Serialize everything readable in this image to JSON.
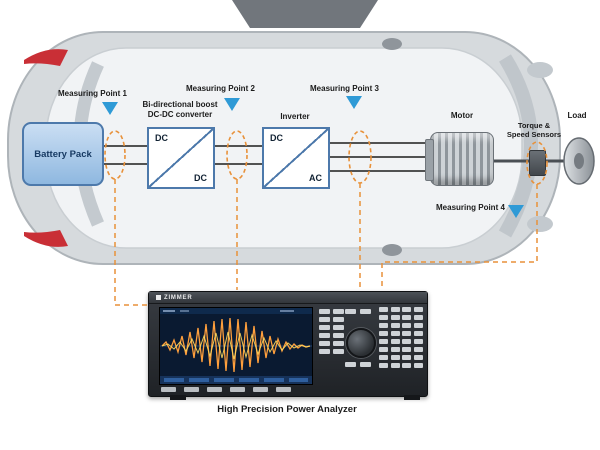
{
  "diagram": {
    "measuring_points": {
      "p1": "Measuring Point 1",
      "p2": "Measuring Point 2",
      "p3": "Measuring Point 3",
      "p4": "Measuring Point 4"
    },
    "components": {
      "battery": "Battery Pack",
      "dcdc_line1": "Bi-directional boost",
      "dcdc_line2": "DC-DC converter",
      "dcdc_top": "DC",
      "dcdc_bottom": "DC",
      "inverter_label": "Inverter",
      "inverter_top": "DC",
      "inverter_bottom": "AC",
      "motor": "Motor",
      "sensors_line1": "Torque &",
      "sensors_line2": "Speed Sensors",
      "load": "Load"
    },
    "analyzer": {
      "brand": "ZIMMER",
      "caption": "High Precision Power Analyzer"
    },
    "colors": {
      "marker_orange": "#e8913a",
      "triangle_blue": "#2f9ad6",
      "box_border_blue": "#4d79ab",
      "battery_fill": "#a9c9e8",
      "wire_black": "#1c1c1c"
    }
  }
}
